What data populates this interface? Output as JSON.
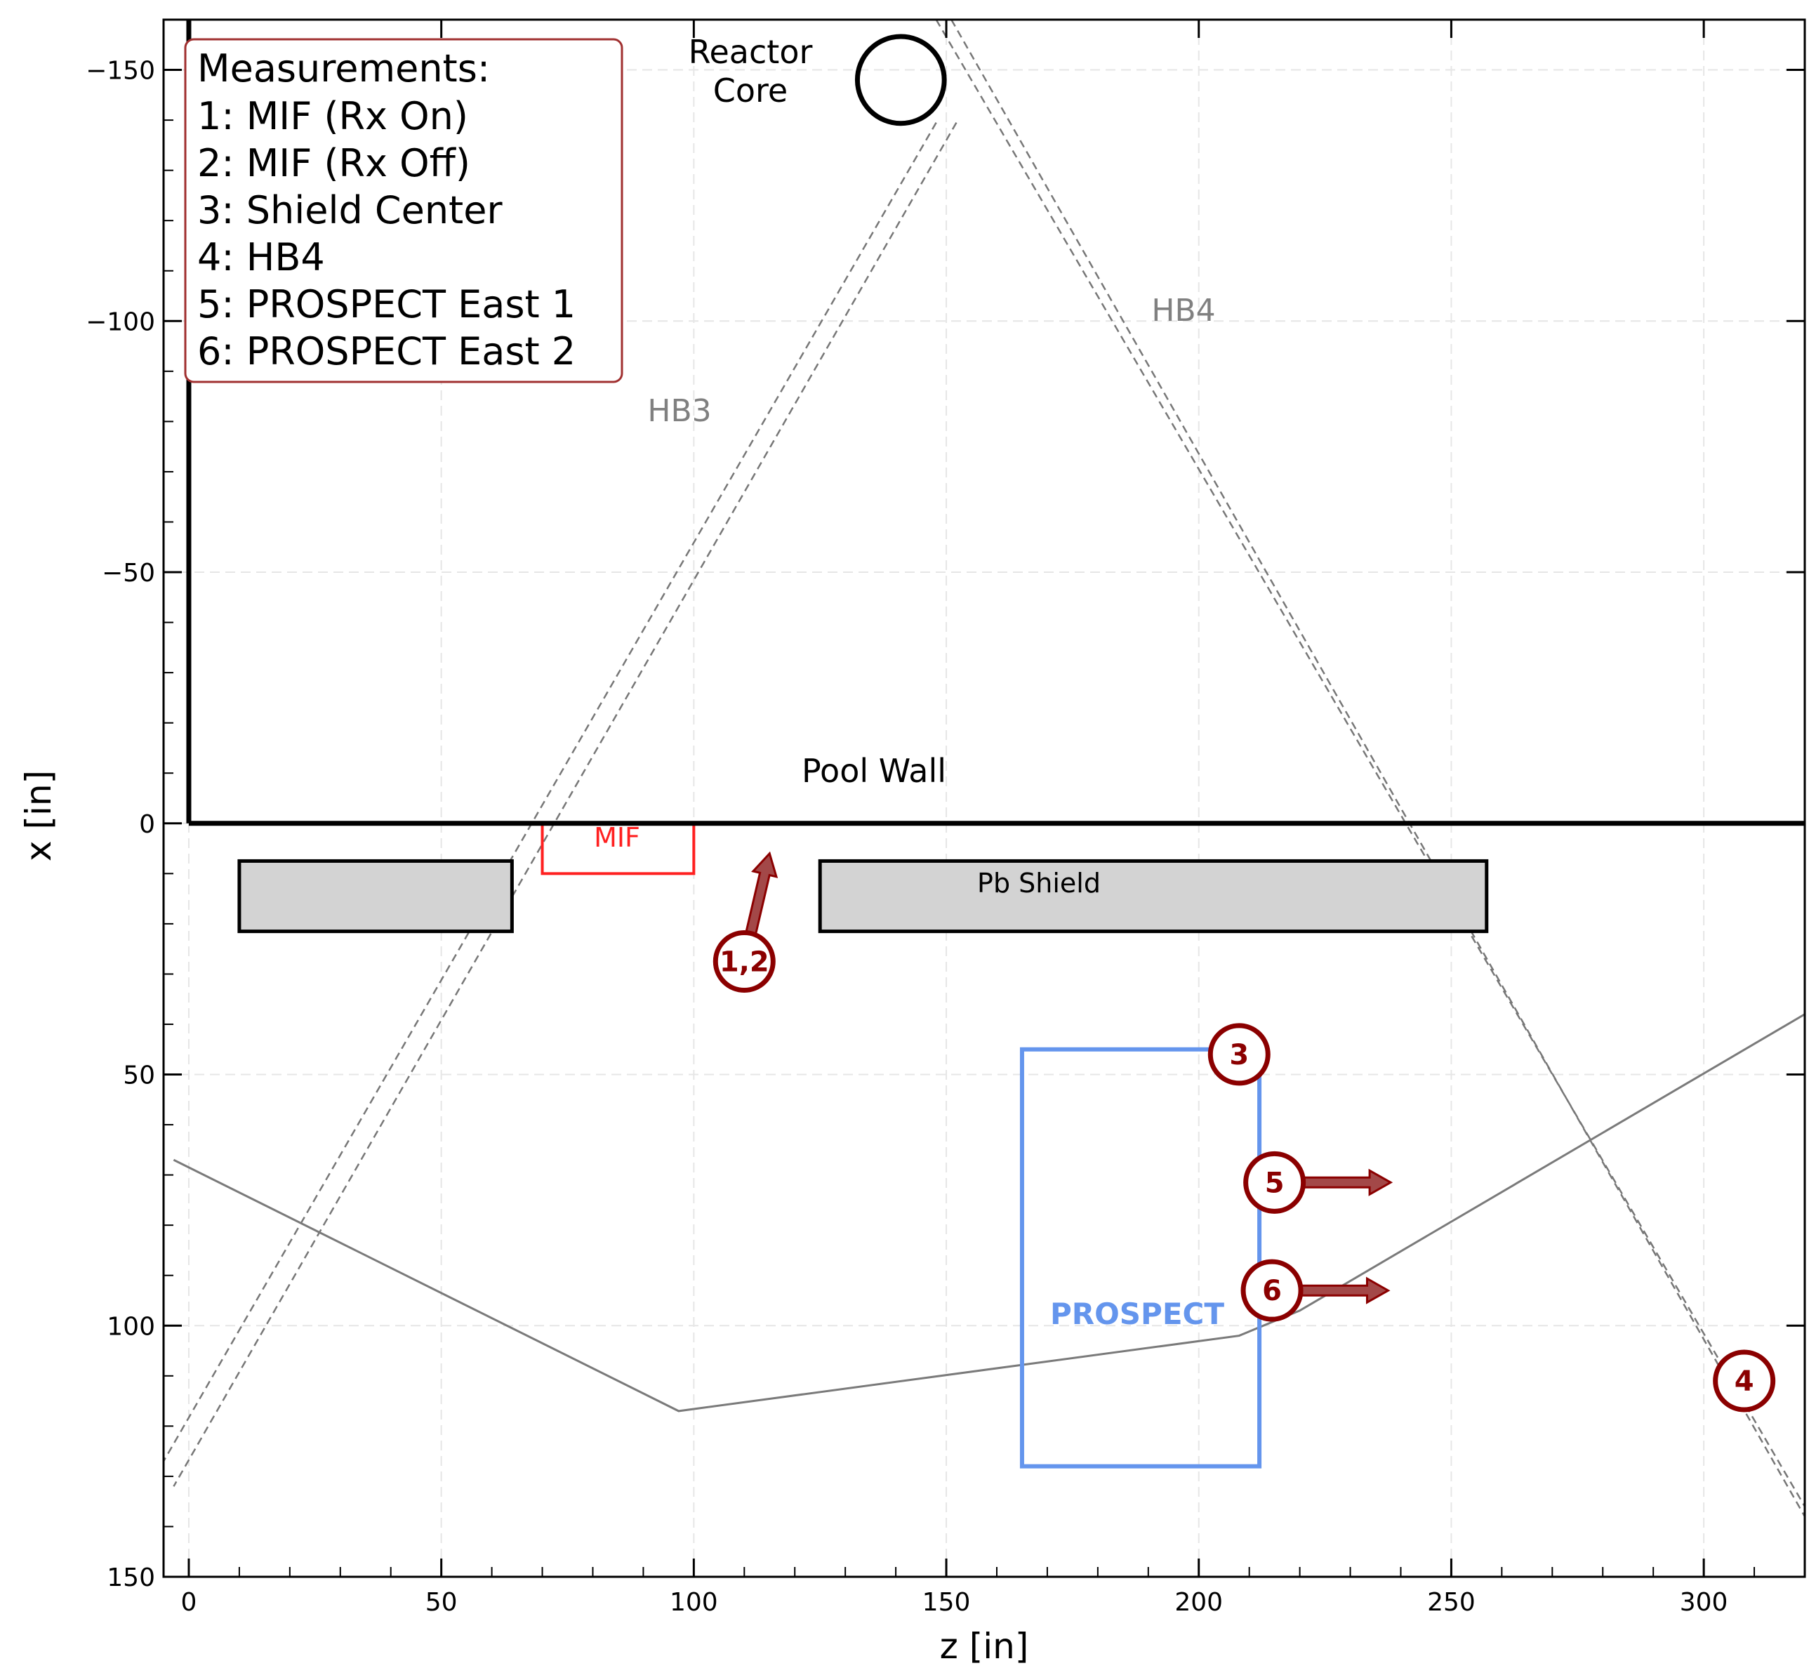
{
  "chart_data": {
    "type": "diagram",
    "xlabel": "z [in]",
    "ylabel": "x [in]",
    "xlim": [
      -5,
      320
    ],
    "ylim": [
      -160,
      150
    ],
    "y_inverted": true,
    "grid": true,
    "xticks": [
      0,
      50,
      100,
      150,
      200,
      250,
      300
    ],
    "yticks": [
      -150,
      -100,
      -50,
      0,
      50,
      100,
      150
    ],
    "xtick_labels": [
      "0",
      "50",
      "100",
      "150",
      "200",
      "250",
      "300"
    ],
    "ytick_labels": [
      "−150",
      "−100",
      "−50",
      "0",
      "50",
      "100",
      "150"
    ],
    "legend": {
      "title": "Measurements:",
      "items": [
        "1: MIF (Rx On)",
        "2: MIF (Rx Off)",
        "3: Shield Center",
        "4: HB4",
        "5: PROSPECT East 1",
        "6: PROSPECT East 2"
      ],
      "placement": "top-left",
      "border_color": "#a03030"
    },
    "labels": {
      "reactor_core": [
        "Reactor",
        "Core"
      ],
      "hb3": "HB3",
      "hb4": "HB4",
      "pool_wall": "Pool Wall",
      "mif": "MIF",
      "pb_shield": "Pb Shield",
      "prospect": "PROSPECT"
    },
    "reactor_core": {
      "z": 141,
      "x": -148,
      "r": 8.6
    },
    "pool_wall": {
      "z_vertical": 0,
      "x_horizontal": 0
    },
    "pb_shields": [
      {
        "z0": 10,
        "z1": 64,
        "x0": 7.5,
        "x1": 21.5
      },
      {
        "z0": 125,
        "z1": 257,
        "x0": 7.5,
        "x1": 21.5
      }
    ],
    "mif_box": {
      "z0": 70,
      "z1": 100,
      "x0": 0,
      "x1": 10
    },
    "prospect_box": {
      "z0": 165,
      "z1": 212,
      "x0": 45,
      "x1": 128
    },
    "beamlines": [
      {
        "name": "HB3",
        "lines": [
          [
            [
              148,
              -139.5
            ],
            [
              -5,
              127
            ]
          ],
          [
            [
              152,
              -139.5
            ],
            [
              -3,
              132
            ]
          ]
        ]
      },
      {
        "name": "HB4",
        "lines": [
          [
            [
              148,
              -160
            ],
            [
              320,
              136
            ]
          ],
          [
            [
              151,
              -160
            ],
            [
              320,
              138
            ]
          ]
        ]
      }
    ],
    "boundary": [
      [
        -3,
        67
      ],
      [
        97,
        117
      ],
      [
        208,
        102
      ],
      [
        220,
        97
      ],
      [
        320,
        38
      ]
    ],
    "markers": [
      {
        "label": "1,2",
        "z": 110,
        "x": 27.5,
        "arrow_to": [
          115,
          6
        ]
      },
      {
        "label": "3",
        "z": 208,
        "x": 46
      },
      {
        "label": "4",
        "z": 308,
        "x": 111
      },
      {
        "label": "5",
        "z": 215,
        "x": 71.5,
        "arrow_to": [
          238,
          71.5
        ]
      },
      {
        "label": "6",
        "z": 214.5,
        "x": 93,
        "arrow_to": [
          237.5,
          93
        ]
      }
    ],
    "colors": {
      "axes": "#000000",
      "grid": "#e6e6e6",
      "beamline": "#777777",
      "boundary": "#7a7a7a",
      "shield_fill": "#d3d3d3",
      "mif": "#ff2020",
      "prospect": "#6495ed",
      "marker": "#8b0000",
      "arrow_fill": "#a34848",
      "beam_label": "#808080"
    }
  }
}
